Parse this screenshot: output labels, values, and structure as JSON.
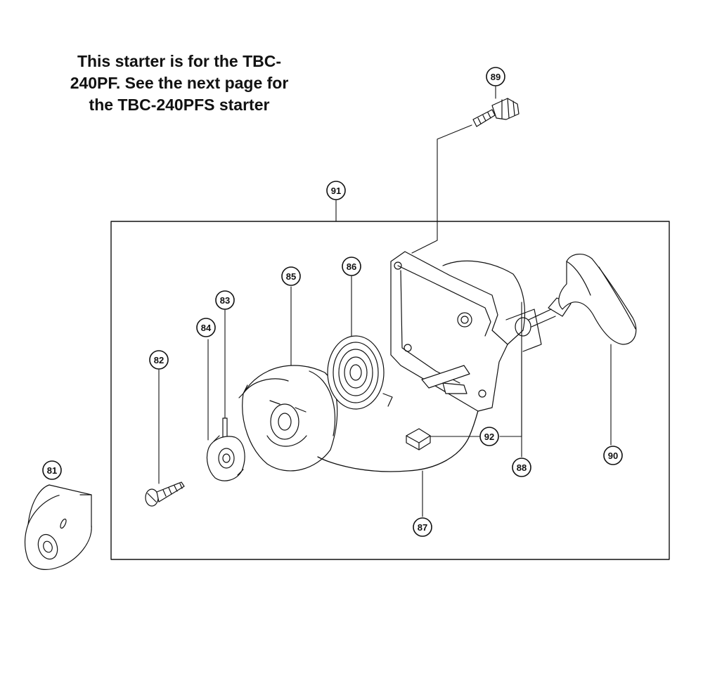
{
  "note": {
    "lines": [
      "This starter is for the TBC-",
      "240PF. See the next page for",
      "the TBC-240PFS starter"
    ]
  },
  "callouts": {
    "c81": "81",
    "c82": "82",
    "c83": "83",
    "c84": "84",
    "c85": "85",
    "c86": "86",
    "c87": "87",
    "c88": "88",
    "c89": "89",
    "c90": "90",
    "c91": "91",
    "c92": "92"
  }
}
